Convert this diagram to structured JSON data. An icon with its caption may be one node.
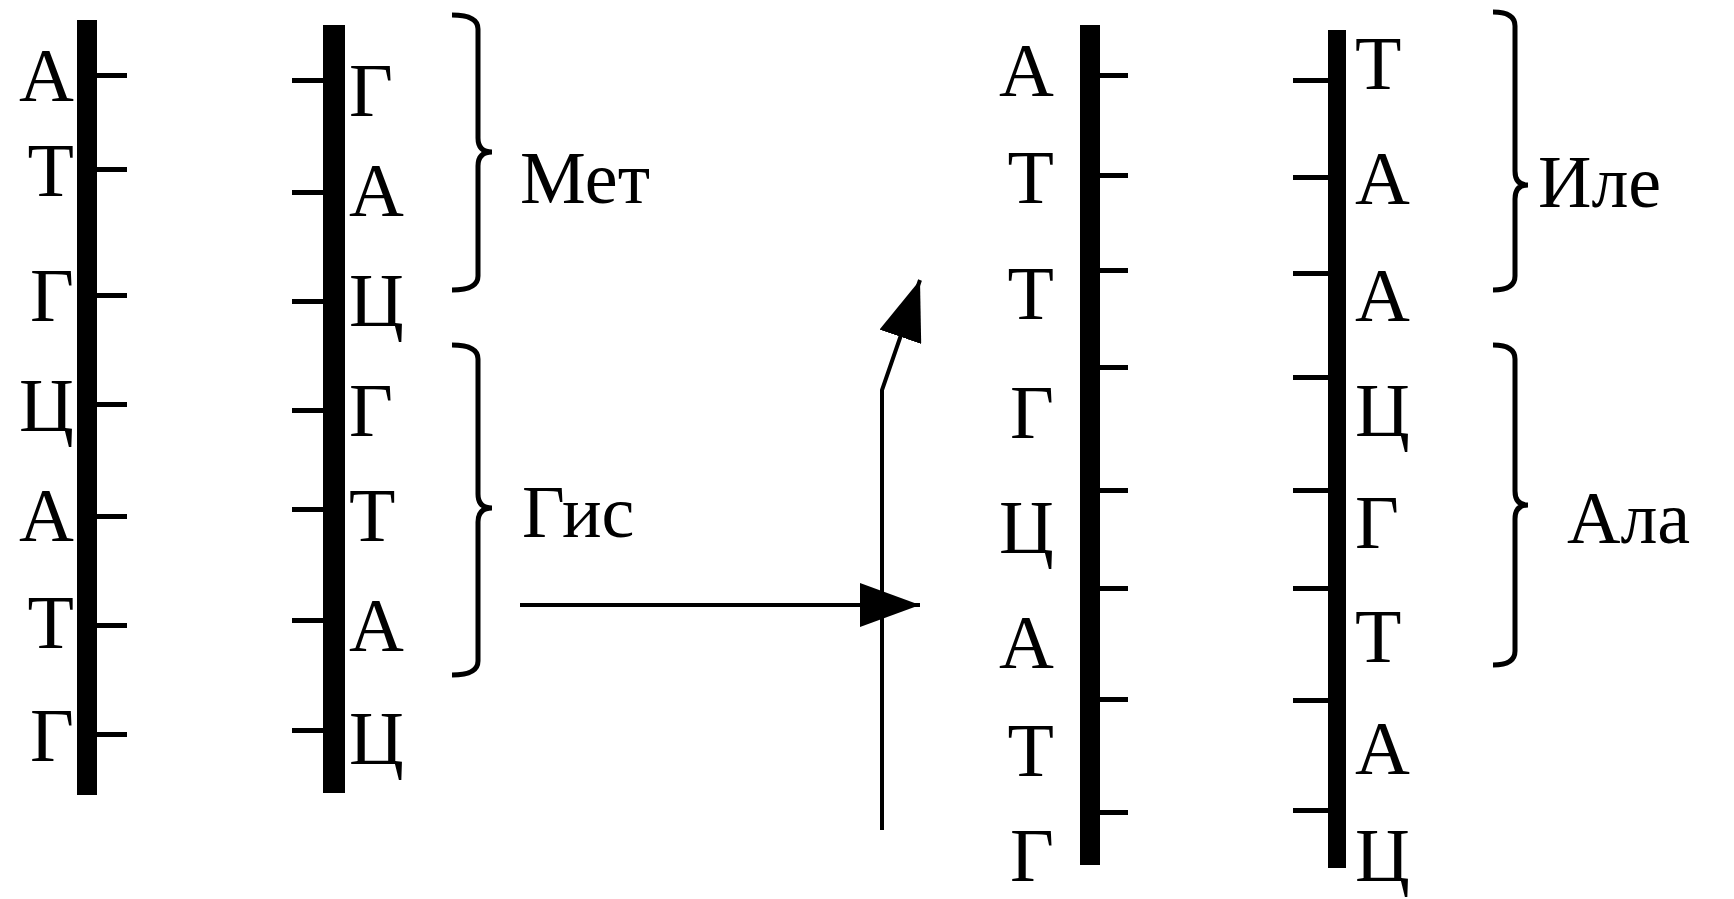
{
  "diagram": {
    "nodes": [
      {
        "text": [
          "А",
          "Т",
          "Г",
          "Ц",
          "А",
          "Т",
          "Г"
        ]
      },
      {
        "text": [
          "Г",
          "А",
          "Ц",
          "Г",
          "Т",
          "А",
          "Ц"
        ]
      },
      {
        "text": [
          "А",
          "Т",
          "Т",
          "Г",
          "Ц",
          "А",
          "Т",
          "Г"
        ]
      },
      {
        "text": [
          "Т",
          "А",
          "А",
          "Ц",
          "Г",
          "Т",
          "А",
          "Ц"
        ]
      }
    ],
    "edges": [
      {
        "from": 1,
        "to": 2,
        "arrow": "to"
      },
      {
        "from": null,
        "to": 2,
        "arrow": "to"
      }
    ],
    "labels": [
      "Мет",
      "Гис",
      "Иле",
      "Ала"
    ]
  }
}
